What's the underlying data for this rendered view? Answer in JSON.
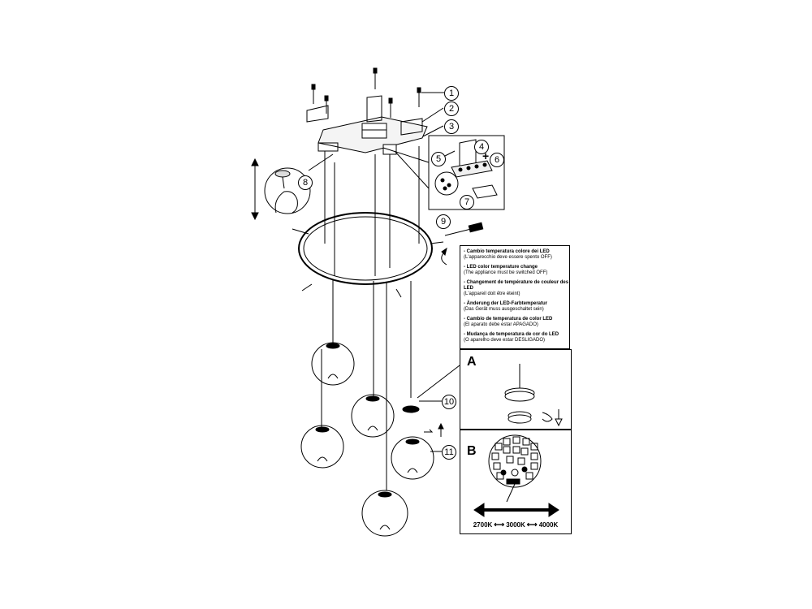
{
  "callouts": [
    "1",
    "2",
    "3",
    "4",
    "5",
    "6",
    "7",
    "8",
    "9",
    "10",
    "11"
  ],
  "instructions": [
    {
      "title": "- Cambio temperatura colore dei LED",
      "sub": "(L'apparecchio deve essere spento OFF)"
    },
    {
      "title": "- LED color temperature change",
      "sub": "(The appliance must be switched OFF)"
    },
    {
      "title": "- Changement de température de couleur des LED",
      "sub": "(L'appareil doit être éteint)"
    },
    {
      "title": "- Änderung der LED-Farbtemperatur",
      "sub": "(Das Gerät muss ausgeschaltet sein)"
    },
    {
      "title": "- Cambio de temperatura de color LED",
      "sub": "(El aparato debe estar APAGADO)"
    },
    {
      "title": "- Mudança de temperatura de cor do LED",
      "sub": "(O aparelho deve estar DESLIGADO)"
    }
  ],
  "panels": {
    "a_label": "A",
    "b_label": "B"
  },
  "temperatures": [
    "2700K",
    "3000K",
    "4000K"
  ],
  "plus_sign": "+",
  "colors": {
    "line": "#000000",
    "glass": "#e8e8e8"
  }
}
